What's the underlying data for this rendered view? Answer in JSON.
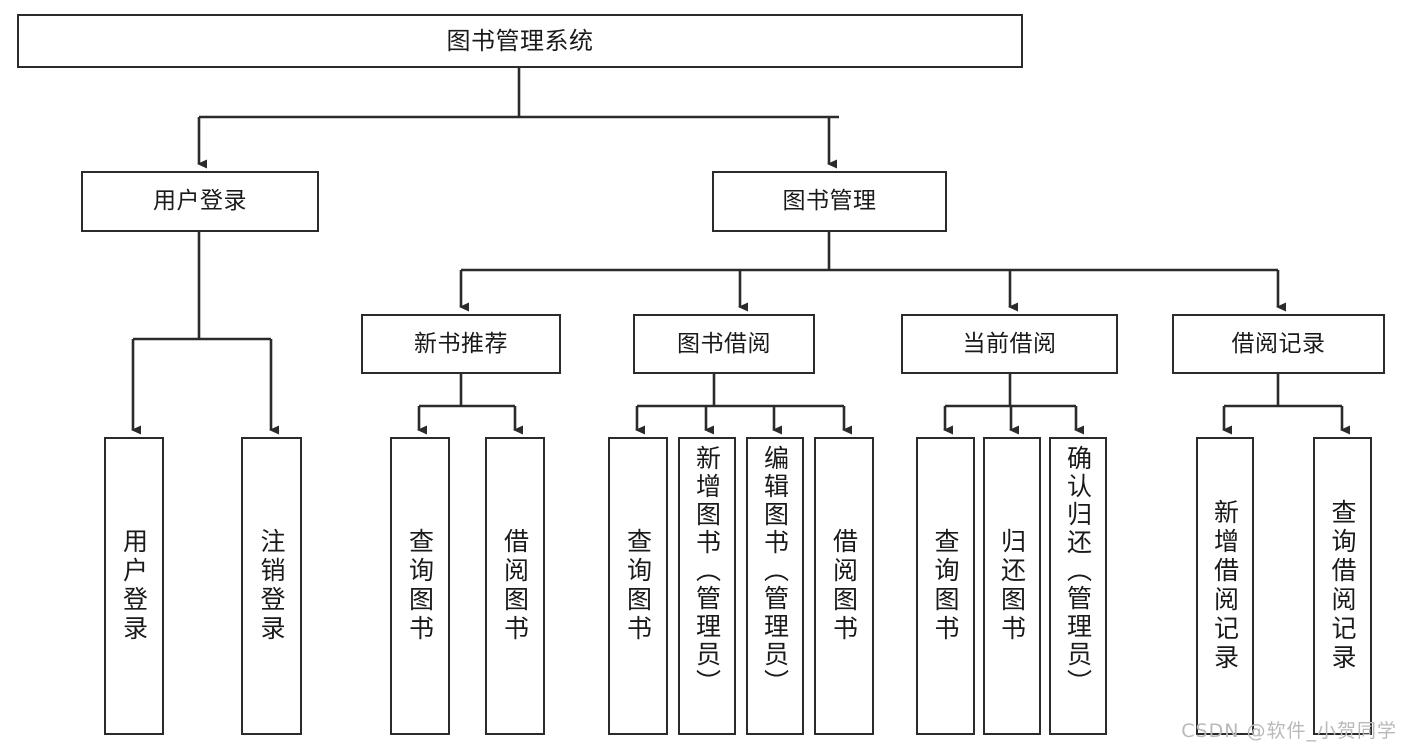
{
  "diagram": {
    "type": "tree-hierarchy",
    "title": "图书管理系统",
    "watermark": "CSDN @软件_小贺同学",
    "colors": {
      "background": "#ffffff",
      "box_border": "#2b2b2b",
      "box_fill": "#ffffff",
      "edge": "#2b2b2b",
      "text": "#1a1a1a",
      "watermark": "#b9b9b9"
    },
    "levels": {
      "root": {
        "label": "图书管理系统"
      },
      "level2": [
        {
          "label": "用户登录"
        },
        {
          "label": "图书管理"
        }
      ],
      "level3": [
        {
          "label": "新书推荐"
        },
        {
          "label": "图书借阅"
        },
        {
          "label": "当前借阅"
        },
        {
          "label": "借阅记录"
        }
      ],
      "leaves": {
        "user_login": [
          {
            "label": "用户登录"
          },
          {
            "label": "注销登录"
          }
        ],
        "new_book_recommend": [
          {
            "label": "查询图书"
          },
          {
            "label": "借阅图书"
          }
        ],
        "book_borrow": [
          {
            "label": "查询图书"
          },
          {
            "label": "新增图书（管理员）"
          },
          {
            "label": "编辑图书（管理员）"
          },
          {
            "label": "借阅图书"
          }
        ],
        "current_borrow": [
          {
            "label": "查询图书"
          },
          {
            "label": "归还图书"
          },
          {
            "label": "确认归还（管理员）"
          }
        ],
        "borrow_record": [
          {
            "label": "新增借阅记录"
          },
          {
            "label": "查询借阅记录"
          }
        ]
      }
    }
  }
}
